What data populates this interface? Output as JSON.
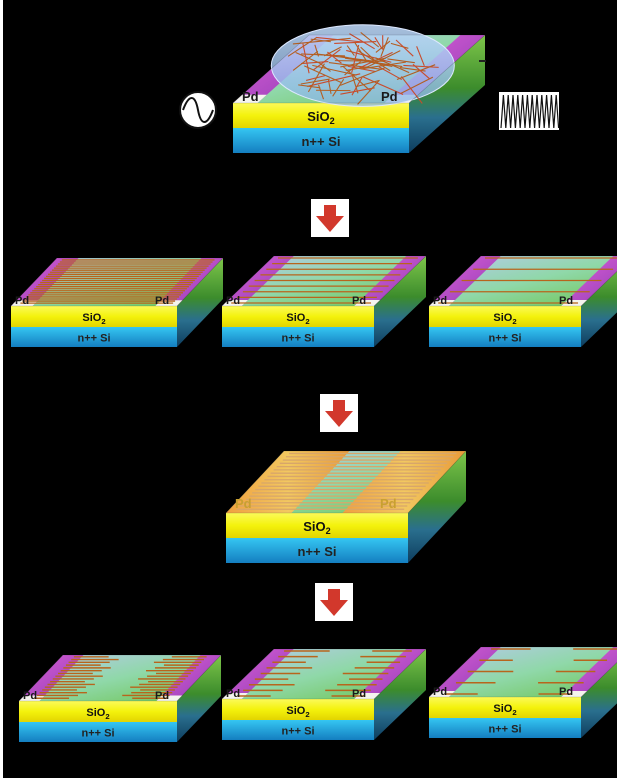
{
  "colors": {
    "background": "#000000",
    "oxide": "#f4f20c",
    "substrate": "#1fa6e0",
    "contact": "#c040c8",
    "wire": "#b8651c",
    "arrow": "#d2382c",
    "arrow_box": "#ffffff"
  },
  "labels": {
    "electrode": "Pd",
    "oxide": "SiO",
    "oxide_sub": "2",
    "substrate": "n++ Si"
  },
  "icons": {
    "ac_source": "sine-wave-source-icon",
    "signal": "square-wave-signal-icon",
    "arrow": "down-arrow-icon"
  },
  "stages": [
    {
      "name": "dropcast-dielectrophoresis",
      "wire_pattern": "random-mesh"
    },
    {
      "name": "aligned-arrays",
      "densities": [
        "high",
        "medium",
        "low"
      ]
    },
    {
      "name": "electrode-contact-deposition"
    },
    {
      "name": "trimmed-arrays",
      "densities": [
        "high",
        "medium",
        "low"
      ]
    }
  ]
}
